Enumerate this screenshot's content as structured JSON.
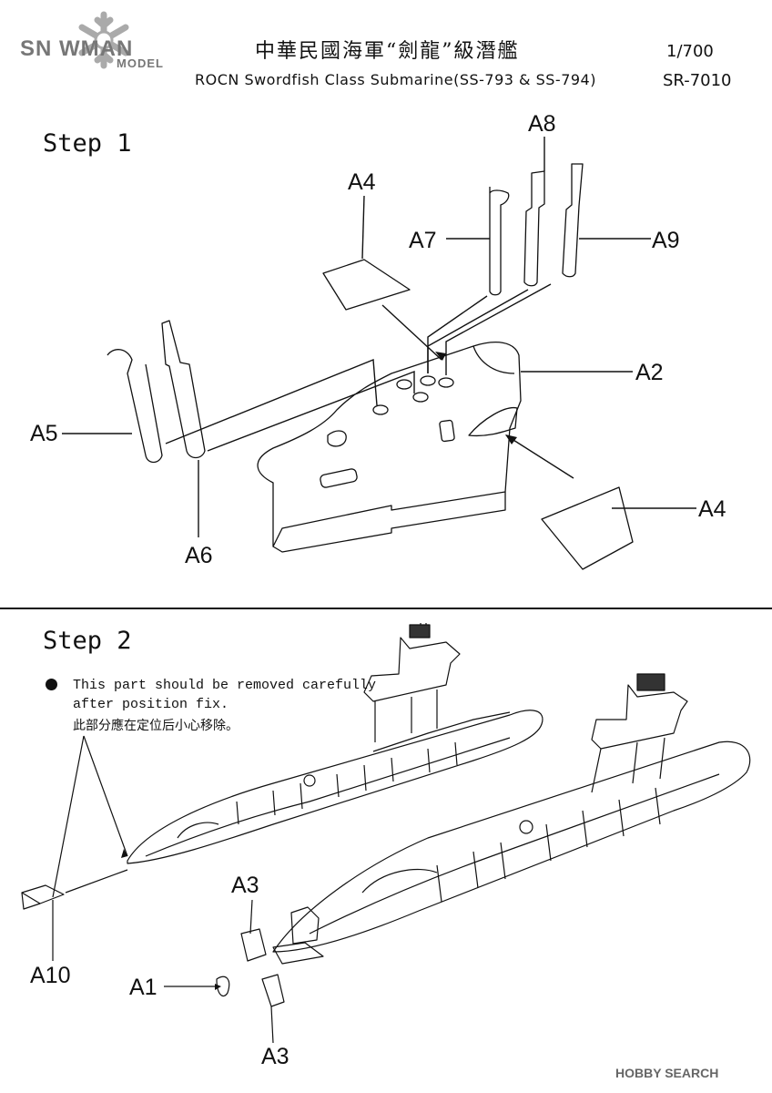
{
  "header": {
    "logo_line1": "SN  WMAN",
    "logo_line2": "MODEL",
    "title_zh": "中華民國海軍“劍龍”級潛艦",
    "title_en": "ROCN Swordfish Class Submarine(SS-793 & SS-794)",
    "scale": "1/700",
    "code": "SR-7010"
  },
  "step1": {
    "title": "Step 1",
    "labels": {
      "a8": "A8",
      "a4_top": "A4",
      "a7": "A7",
      "a9": "A9",
      "a2": "A2",
      "a5": "A5",
      "a6": "A6",
      "a4_bottom": "A4"
    }
  },
  "step2": {
    "title": "Step 2",
    "note_en_line1": "This part should be removed carefully",
    "note_en_line2": "after position fix.",
    "note_zh": "此部分應在定位后小心移除。",
    "labels": {
      "a3_top": "A3",
      "a10": "A10",
      "a1": "A1",
      "a3_bottom": "A3"
    }
  },
  "watermark": "HOBBY SEARCH"
}
